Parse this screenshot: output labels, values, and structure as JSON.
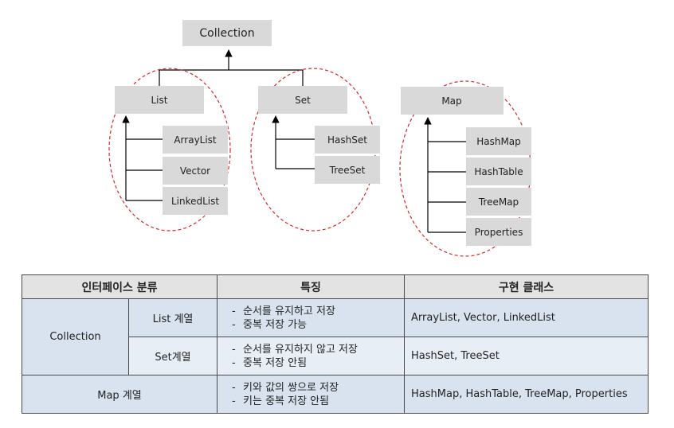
{
  "diagram": {
    "root": "Collection",
    "groups": [
      {
        "name": "List",
        "children": [
          "ArrayList",
          "Vector",
          "LinkedList"
        ]
      },
      {
        "name": "Set",
        "children": [
          "HashSet",
          "TreeSet"
        ]
      },
      {
        "name": "Map",
        "children": [
          "HashMap",
          "HashTable",
          "TreeMap",
          "Properties"
        ]
      }
    ],
    "colors": {
      "box": "#d9d9d9",
      "line": "#000000",
      "ellipse": "#d62828"
    }
  },
  "table": {
    "headers": [
      "인터페이스 분류",
      "특징",
      "구현 클래스"
    ],
    "collection_label": "Collection",
    "rows": [
      {
        "sub": "List 계열",
        "features": [
          "순서를 유지하고 저장",
          "중복 저장 가능"
        ],
        "classes": "ArrayList, Vector, LinkedList"
      },
      {
        "sub": "Set계열",
        "features": [
          "순서를 유지하지 않고 저장",
          "중복 저장 안됨"
        ],
        "classes": "HashSet, TreeSet"
      },
      {
        "sub": "Map 계열",
        "features": [
          "키와 값의 쌍으로 저장",
          "키는 중복 저장 안됨"
        ],
        "classes": "HashMap, HashTable, TreeMap, Properties"
      }
    ],
    "colors": {
      "header": "#e3e3e3",
      "cell": "#d9e3f0",
      "cell_alt": "#e8eef6",
      "border": "#4a4a4a"
    }
  }
}
